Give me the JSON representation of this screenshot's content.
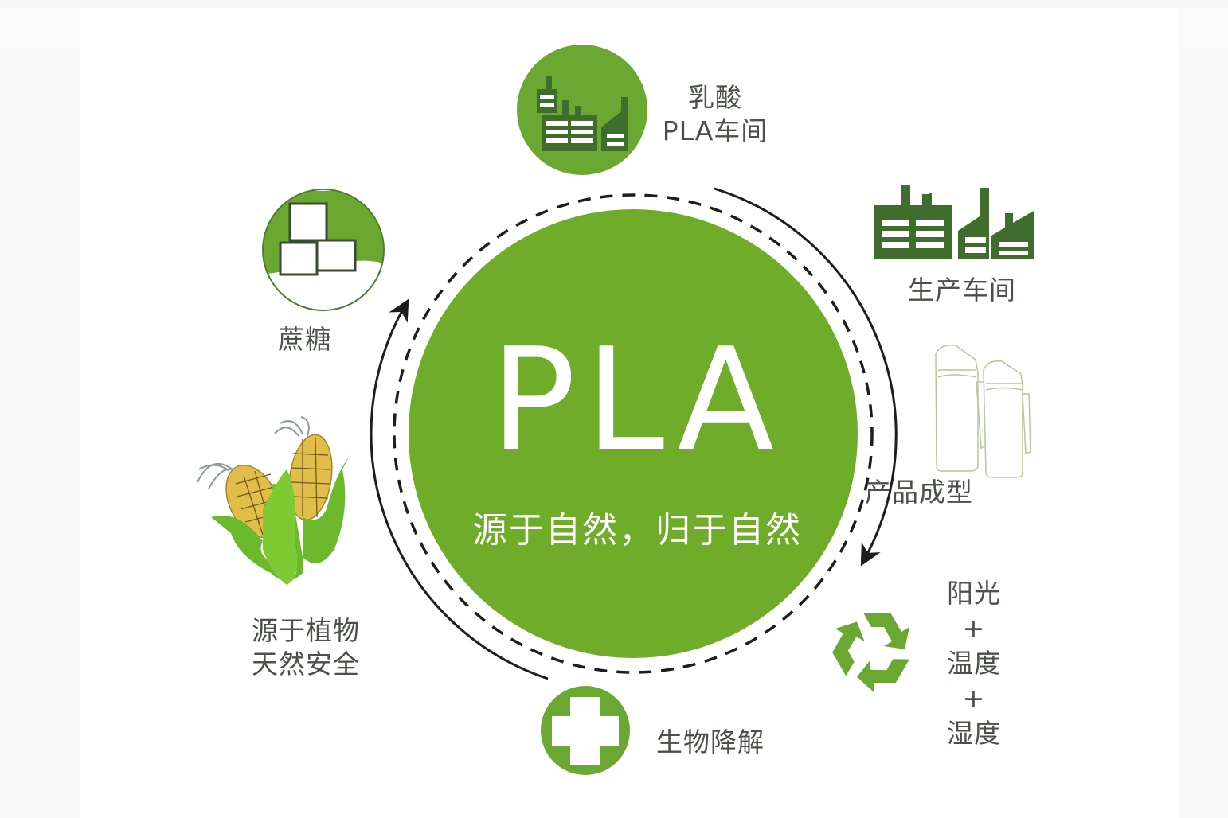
{
  "colors": {
    "main_green": "#6fac2a",
    "icon_green": "#6aa832",
    "dark_green": "#3f6d2e",
    "text_gray": "#4a5148",
    "arrow": "#1d1d1d",
    "corn_yellow": "#e2bd4a"
  },
  "center": {
    "title": "PLA",
    "slogan": "源于自然，归于自然"
  },
  "stages": [
    {
      "id": "lactic-acid",
      "icon": "factory-icon",
      "label_line1": "乳酸",
      "label_line2": "PLA车间"
    },
    {
      "id": "production",
      "icon": "factory-icon",
      "label": "生产车间"
    },
    {
      "id": "product-forming",
      "icon": "bottle-icon",
      "label": "产品成型"
    },
    {
      "id": "degradation-conditions",
      "icon": "recycle-icon",
      "lines": [
        "阳光",
        "+",
        "温度",
        "+",
        "湿度"
      ]
    },
    {
      "id": "biodegradation",
      "icon": "plus-icon",
      "label": "生物降解"
    },
    {
      "id": "plant-source",
      "icon": "corn-icon",
      "label_line1": "源于植物",
      "label_line2": "天然安全"
    },
    {
      "id": "sucrose",
      "icon": "sugar-cube-icon",
      "label": "蔗糖"
    }
  ]
}
